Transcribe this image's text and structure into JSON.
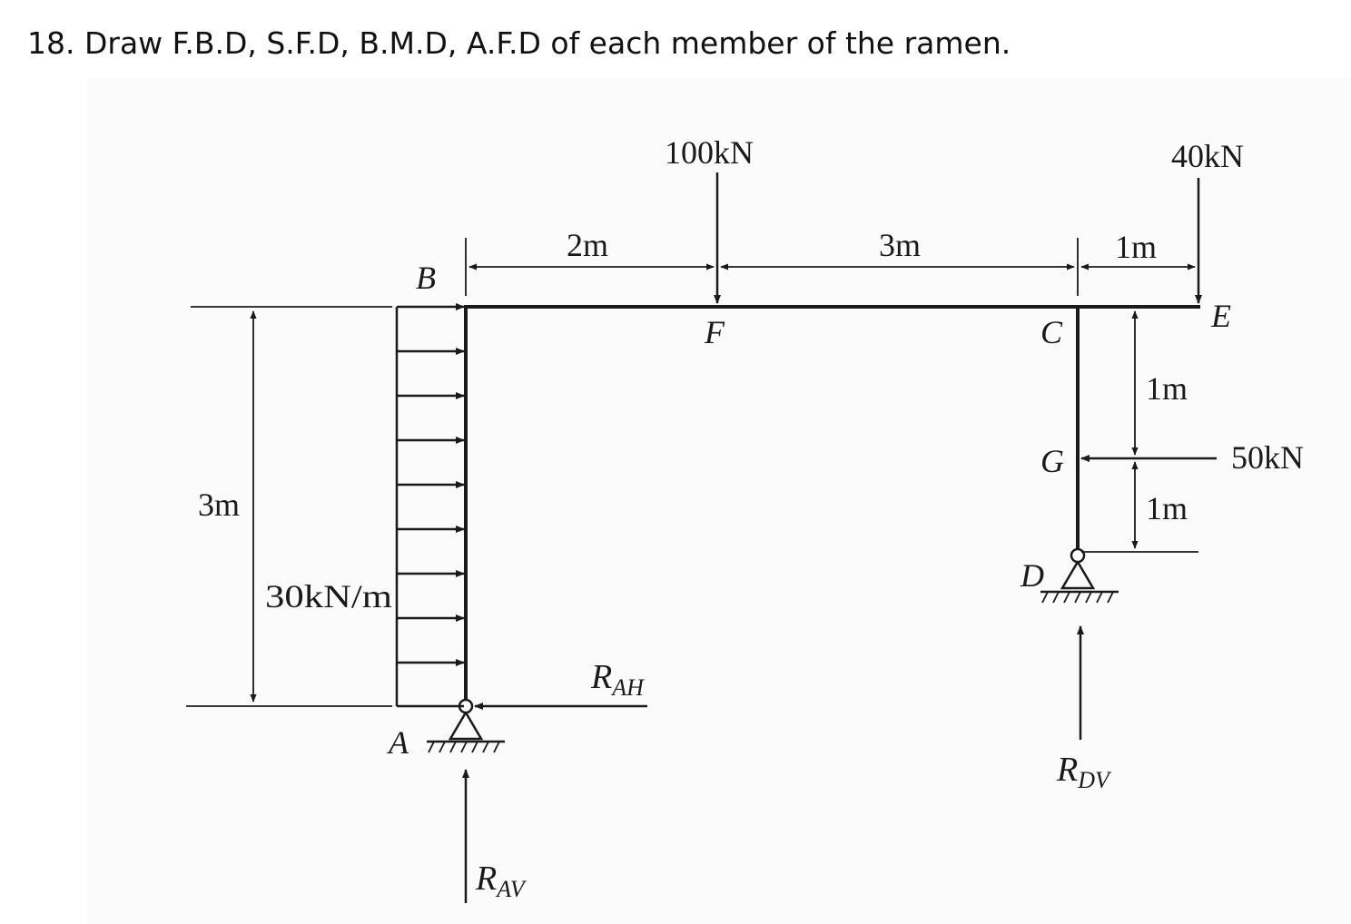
{
  "question": {
    "number": "18.",
    "text": "Draw F.B.D, S.F.D, B.M.D, A.F.D of each member of the ramen."
  },
  "diagram": {
    "loads": {
      "point_load_F": "100kN",
      "point_load_E": "40kN",
      "horizontal_load_G": "50kN",
      "distributed_load": "30kN/m"
    },
    "dimensions": {
      "BF": "2m",
      "FC": "3m",
      "CE": "1m",
      "CG": "1m",
      "GD": "1m",
      "height_AB": "3m"
    },
    "points": {
      "A": "A",
      "B": "B",
      "C": "C",
      "D": "D",
      "E": "E",
      "F": "F",
      "G": "G"
    },
    "reactions": {
      "RAH": {
        "main": "R",
        "sub": "AH"
      },
      "RAV": {
        "main": "R",
        "sub": "AV"
      },
      "RDV": {
        "main": "R",
        "sub": "DV"
      }
    }
  }
}
